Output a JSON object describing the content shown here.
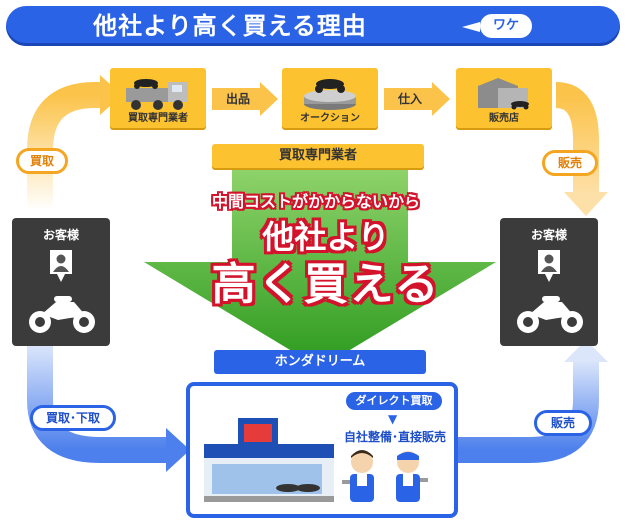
{
  "title": {
    "text": "他社より高く買える理由",
    "badge": "ワケ"
  },
  "top_flow": {
    "tiles": [
      {
        "label": "買取専門業者",
        "icon": "truck-icon"
      },
      {
        "label": "オークション",
        "icon": "auction-stage-icon"
      },
      {
        "label": "販売店",
        "icon": "store-icon"
      }
    ],
    "arrows": [
      "出品",
      "仕入"
    ],
    "group_label": "買取専門業者"
  },
  "left_customer": {
    "label": "お客様",
    "icons": [
      "person-pin-icon",
      "motorcycle-icon"
    ]
  },
  "right_customer": {
    "label": "お客様",
    "icons": [
      "person-pin-icon",
      "motorcycle-icon"
    ]
  },
  "cycle_labels": {
    "top_left": "買取",
    "top_right": "販売",
    "bottom_left": "買取･下取",
    "bottom_right": "販売"
  },
  "center_message": {
    "line1": "中間コストがかからないから",
    "line2": "他社より",
    "line3": "高く買える"
  },
  "honda": {
    "bar_label": "ホンダドリーム",
    "direct_buy": "ダイレクト買取",
    "service": "自社整備･直接販売"
  },
  "colors": {
    "brand_blue": "#2a63e6",
    "orange": "#fdc22f",
    "arrow_green": "#3db52b",
    "accent_red": "#d3122b",
    "customer_panel": "#3b3b3b"
  }
}
